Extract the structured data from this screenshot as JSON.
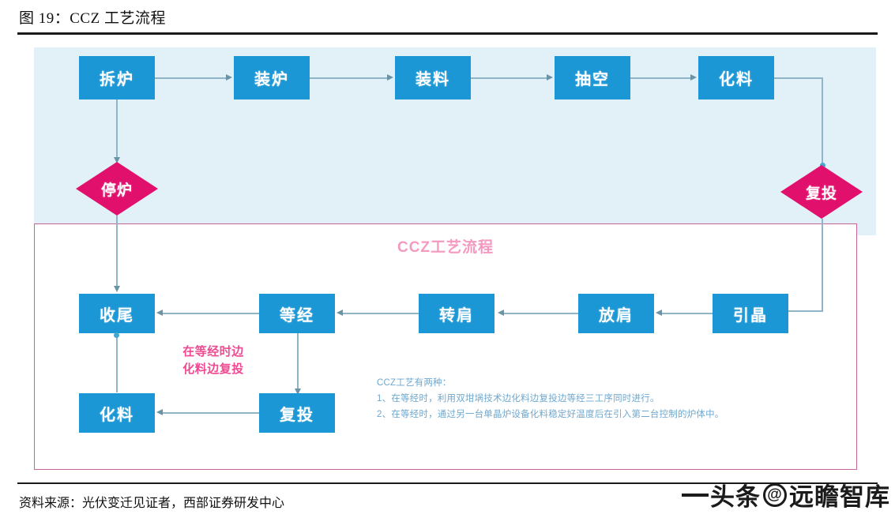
{
  "figure": {
    "title": "图 19：CCZ 工艺流程",
    "source": "资料来源：光伏变迁见证者，西部证券研发中心"
  },
  "watermark": {
    "brand": "头条",
    "at": "@",
    "account": "远瞻智库"
  },
  "diagram": {
    "region_title": "CCZ工艺流程",
    "top_flow": [
      {
        "id": "chailu",
        "label": "拆炉"
      },
      {
        "id": "zhuanglu",
        "label": "装炉"
      },
      {
        "id": "zhuangliao",
        "label": "装料"
      },
      {
        "id": "choukong",
        "label": "抽空"
      },
      {
        "id": "hualiao_top",
        "label": "化料"
      }
    ],
    "decisions": [
      {
        "id": "tinglu",
        "label": "停炉"
      },
      {
        "id": "futou_top",
        "label": "复投"
      }
    ],
    "ccz_flow": [
      {
        "id": "shouwei",
        "label": "收尾"
      },
      {
        "id": "dengjing",
        "label": "等经"
      },
      {
        "id": "zhuanjian",
        "label": "转肩"
      },
      {
        "id": "fangjian",
        "label": "放肩"
      },
      {
        "id": "yinjing",
        "label": "引晶"
      }
    ],
    "ccz_bottom": [
      {
        "id": "hualiao_bottom",
        "label": "化料"
      },
      {
        "id": "futou_bottom",
        "label": "复投"
      }
    ],
    "pink_note": {
      "line1": "在等经时边",
      "line2": "化料边复投"
    },
    "blue_note": {
      "heading": "CCZ工艺有两种：",
      "item1": "1、在等经时，利用双坩埚技术边化料边复投边等经三工序同时进行。",
      "item2": "2、在等经时，通过另一台单晶炉设备化料稳定好温度后在引入第二台控制的炉体中。"
    }
  },
  "colors": {
    "box_blue": "#1c97d5",
    "diamond_pink": "#e2106d",
    "region_border": "#c9649b",
    "region_title": "#f49ac1",
    "band_background": "#e2f0f8",
    "connector": "#8fb5c6",
    "pink_note": "#ef4b93",
    "blue_note": "#6fa8cf"
  }
}
